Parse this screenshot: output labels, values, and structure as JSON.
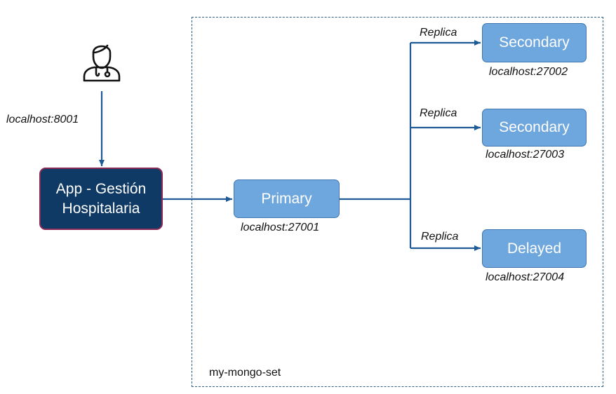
{
  "user": {
    "icon": "doctor-icon"
  },
  "connection_label": "localhost:8001",
  "app": {
    "label": "App - Gestión Hospitalaria"
  },
  "cluster": {
    "label": "my-mongo-set"
  },
  "primary": {
    "label": "Primary",
    "address": "localhost:27001"
  },
  "members": [
    {
      "label": "Secondary",
      "address": "localhost:27002",
      "edge_label": "Replica"
    },
    {
      "label": "Secondary",
      "address": "localhost:27003",
      "edge_label": "Replica"
    },
    {
      "label": "Delayed",
      "address": "localhost:27004",
      "edge_label": "Replica"
    }
  ],
  "colors": {
    "app_fill": "#0f3a66",
    "app_border": "#8c2a57",
    "node_fill": "#6ea6de",
    "edge": "#1f5a96"
  }
}
